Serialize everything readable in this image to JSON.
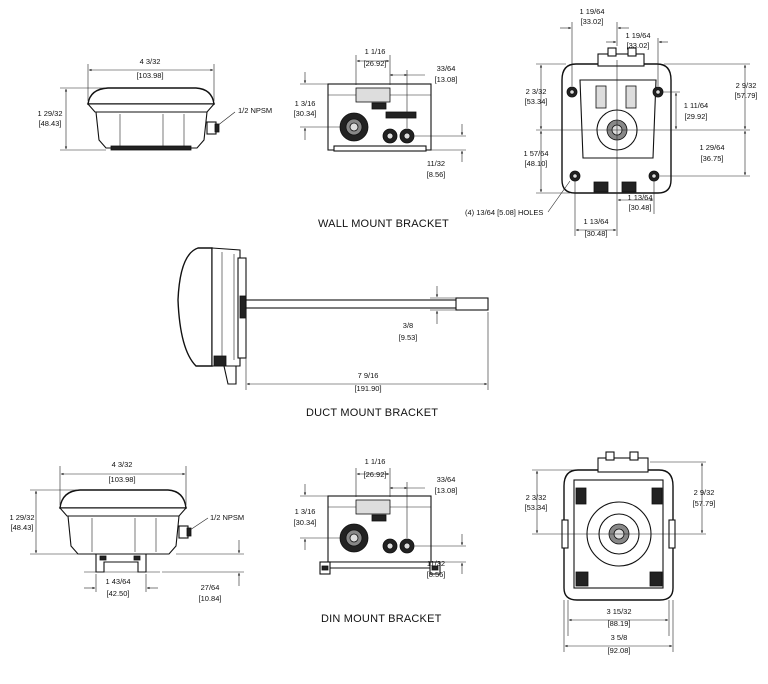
{
  "wall": {
    "title": "WALL MOUNT BRACKET",
    "side": {
      "width_in": "4 3/32",
      "width_mm": "[103.98]",
      "height_in": "1 29/32",
      "height_mm": "[48.43]",
      "npsm": "1/2 NPSM"
    },
    "front": {
      "w1_in": "1 1/16",
      "w1_mm": "[26.92]",
      "w2_in": "33/64",
      "w2_mm": "[13.08]",
      "h_in": "1 3/16",
      "h_mm": "[30.34]",
      "b_in": "11/32",
      "b_mm": "[8.56]"
    },
    "back": {
      "top1_in": "1 19/64",
      "top1_mm": "[33.02]",
      "top2_in": "1 19/64",
      "top2_mm": "[33.02]",
      "l1_in": "2 3/32",
      "l1_mm": "[53.34]",
      "r1_in": "2 9/32",
      "r1_mm": "[57.79]",
      "r2_in": "1 11/64",
      "r2_mm": "[29.92]",
      "l2_in": "1 57/64",
      "l2_mm": "[48.10]",
      "r3_in": "1 29/64",
      "r3_mm": "[36.75]",
      "b1_in": "1 13/64",
      "b1_mm": "[30.48]",
      "b2_in": "1 13/64",
      "b2_mm": "[30.48]",
      "holes": "(4) 13/64 [5.08] HOLES"
    }
  },
  "duct": {
    "title": "DUCT MOUNT BRACKET",
    "probe_in": "3/8",
    "probe_mm": "[9.53]",
    "len_in": "7 9/16",
    "len_mm": "[191.90]"
  },
  "din": {
    "title": "DIN MOUNT BRACKET",
    "side": {
      "width_in": "4 3/32",
      "width_mm": "[103.98]",
      "height_in": "1 29/32",
      "height_mm": "[48.43]",
      "npsm": "1/2 NPSM",
      "rail_in": "1 43/64",
      "rail_mm": "[42.50]",
      "off_in": "27/64",
      "off_mm": "[10.84]"
    },
    "front": {
      "w1_in": "1 1/16",
      "w1_mm": "[26.92]",
      "w2_in": "33/64",
      "w2_mm": "[13.08]",
      "h_in": "1 3/16",
      "h_mm": "[30.34]",
      "b_in": "11/32",
      "b_mm": "[8.56]"
    },
    "back": {
      "l_in": "2 3/32",
      "l_mm": "[53.34]",
      "r_in": "2 9/32",
      "r_mm": "[57.79]",
      "b1_in": "3 15/32",
      "b1_mm": "[88.19]",
      "b2_in": "3 5/8",
      "b2_mm": "[92.08]"
    }
  }
}
